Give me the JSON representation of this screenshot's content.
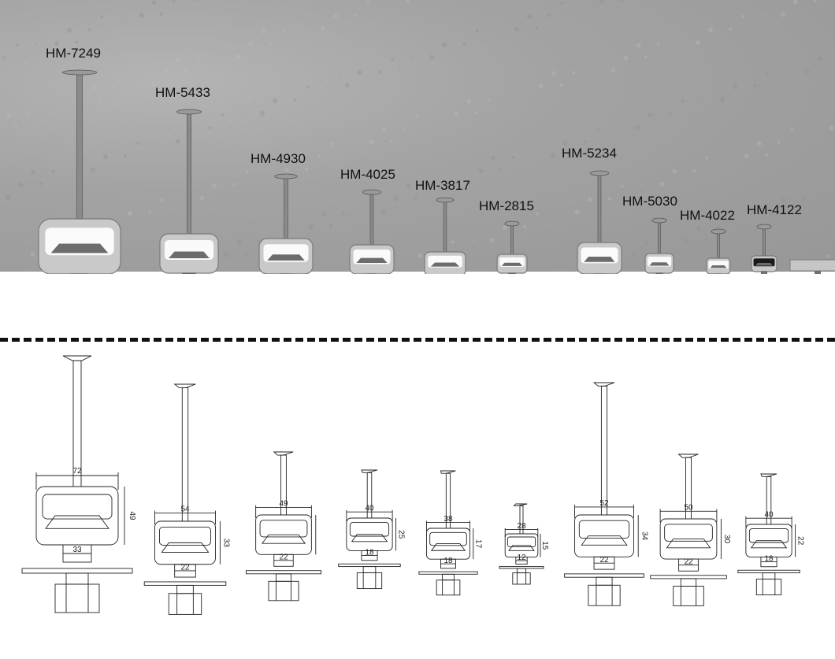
{
  "models": [
    {
      "code": "HM-7249",
      "width": "72",
      "height": "49",
      "slot": "33",
      "scale": 1.0
    },
    {
      "code": "HM-5433",
      "width": "54",
      "height": "33",
      "slot": "22",
      "scale": 0.74
    },
    {
      "code": "HM-4930",
      "width": "49",
      "height": "",
      "slot": "22",
      "scale": 0.68
    },
    {
      "code": "HM-4025",
      "width": "40",
      "height": "25",
      "slot": "18",
      "scale": 0.56
    },
    {
      "code": "HM-3817",
      "width": "38",
      "height": "17",
      "slot": "18",
      "scale": 0.53
    },
    {
      "code": "HM-2815",
      "width": "28",
      "height": "15",
      "slot": "12",
      "scale": 0.4
    },
    {
      "code": "HM-5234",
      "width": "52",
      "height": "34",
      "slot": "22",
      "scale": 0.72
    },
    {
      "code": "HM-5030",
      "width": "50",
      "height": "30",
      "slot": "22",
      "scale": 0.69
    },
    {
      "code": "HM-4022",
      "width": "40",
      "height": "22",
      "slot": "18",
      "scale": 0.56
    },
    {
      "code": "HM-4122",
      "width": "",
      "height": "",
      "slot": "",
      "scale": 0.52
    }
  ]
}
